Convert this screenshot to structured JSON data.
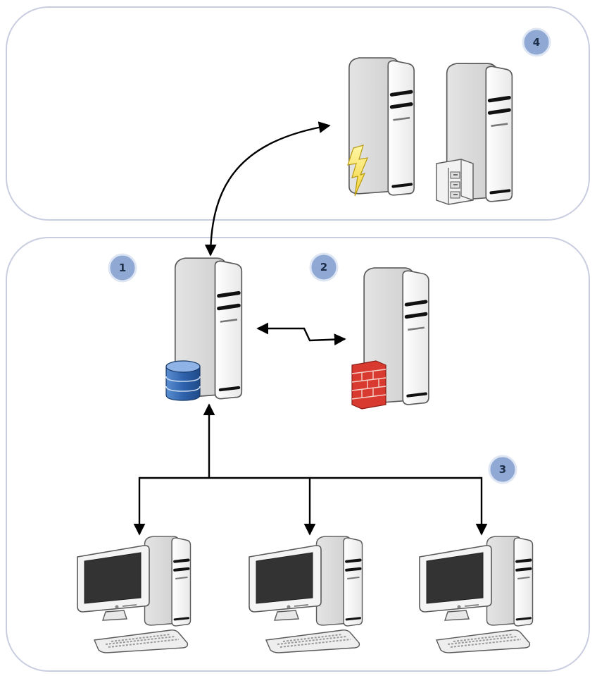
{
  "badges": {
    "app_server": "1",
    "firewall_server": "2",
    "clients": "3",
    "external_servers": "4"
  },
  "colors": {
    "zone_border": "#c9cde0",
    "badge_fill": "#8fa9d4",
    "arrow": "#000000",
    "case_light": "#f7f7f7",
    "case_shade": "#d9d9d9",
    "database": "#3a6fb5",
    "firewall": "#d93a2f",
    "lightning": "#f7e25a",
    "screen": "#333333"
  },
  "icons": {
    "database": "database-icon",
    "firewall": "firewall-icon",
    "lightning": "lightning-icon",
    "filing_cabinet": "filing-cabinet-icon"
  }
}
